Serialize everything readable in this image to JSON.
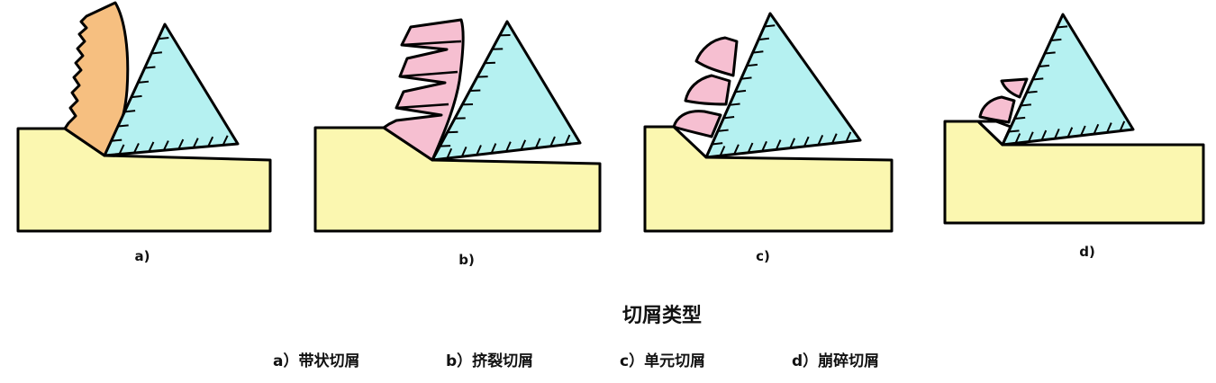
{
  "panels": [
    {
      "id": "a",
      "label": "a)"
    },
    {
      "id": "b",
      "label": "b)"
    },
    {
      "id": "c",
      "label": "c)"
    },
    {
      "id": "d",
      "label": "d)"
    }
  ],
  "title": "切屑类型",
  "caption": {
    "a": "a）带状切屑",
    "b": "b）挤裂切屑",
    "c": "c）单元切屑",
    "d": "d）崩碎切屑"
  },
  "colors": {
    "workpiece": "#fbf7b0",
    "tool": "#b5f1f1",
    "continuous_chip": "#f6bf80",
    "segment_chip": "#f6bfd1",
    "outline": "#000000"
  }
}
